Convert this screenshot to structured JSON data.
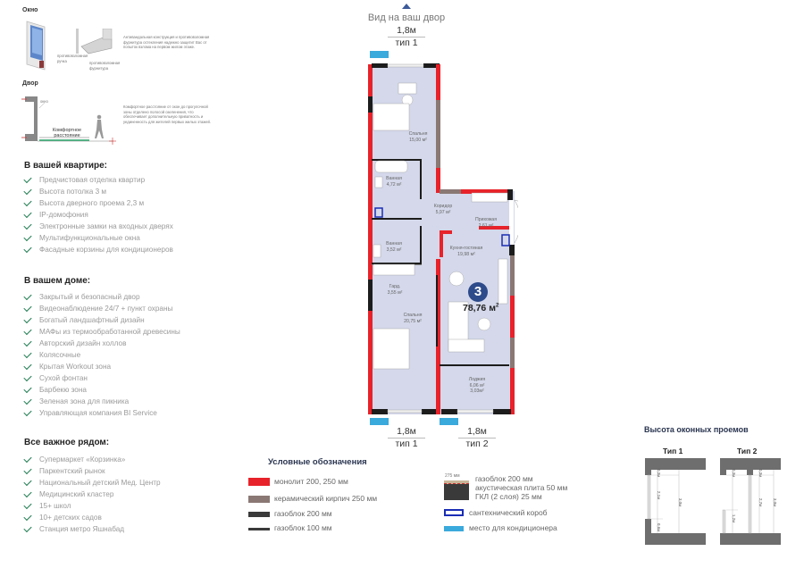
{
  "window_section": {
    "title": "Окно",
    "callouts": [
      "противовзломная ручка",
      "противовзломная фурнитура"
    ],
    "description": "Антивандальная конструкция и противовзломная фурнитура остекления надежно защитит Вас от попыток взлома на первом жилом этаже."
  },
  "yard_section": {
    "title": "Двор",
    "callout": "окно",
    "distance_label": "Комфортное расстояние",
    "description": "Комфортное расстояние от окон до прогулочной зоны отделено полосой озеленения, что обеспечивает дополнительную приватность и уединенность для жителей первых жилых этажей."
  },
  "apartment_features": {
    "title": "В вашей квартире:",
    "items": [
      "Предчистовая отделка квартир",
      "Высота потолка 3 м",
      "Высота дверного проема 2,3 м",
      "IP-домофония",
      "Электронные замки на входных дверях",
      "Мультифункциональные окна",
      "Фасадные корзины для кондиционеров"
    ]
  },
  "building_features": {
    "title": "В вашем доме:",
    "items": [
      "Закрытый и безопасный двор",
      "Видеонаблюдение 24/7 + пункт охраны",
      "Богатый ландшафтный дизайн",
      "МАФы из термообработанной древесины",
      "Авторский дизайн холлов",
      "Колясочные",
      "Крытая Workout зона",
      "Сухой фонтан",
      "Барбекю зона",
      "Зеленая зона для пикника",
      "Управляющая компания BI Service"
    ]
  },
  "nearby": {
    "title": "Все важное рядом:",
    "items": [
      "Супермаркет «Корзинка»",
      "Паркентский рынок",
      "Национальный детский Мед. Центр",
      "Медицинский кластер",
      "15+ школ",
      "10+ детских садов",
      "Станция метро Яшнабад"
    ]
  },
  "plan": {
    "view_label": "Вид на ваш двор",
    "top_window": {
      "size": "1,8м",
      "type": "тип 1"
    },
    "bottom_windows": [
      {
        "size": "1,8м",
        "type": "тип 1"
      },
      {
        "size": "1,8м",
        "type": "тип 2"
      }
    ],
    "rooms": [
      {
        "name": "Спальня",
        "area": "15,00 м²"
      },
      {
        "name": "Ванная",
        "area": "4,72 м²"
      },
      {
        "name": "Коридор",
        "area": "5,97 м²"
      },
      {
        "name": "Прихожая",
        "area": "2,61 м²"
      },
      {
        "name": "Ванная",
        "area": "3,52 м²"
      },
      {
        "name": "Кухня-гостиная",
        "area": "19,98 м²"
      },
      {
        "name": "Гард.",
        "area": "3,55 м²"
      },
      {
        "name": "Спальня",
        "area": "20,75 м²"
      },
      {
        "name": "Лоджия",
        "area": "6,06 м²",
        "area2": "3,03м²"
      }
    ],
    "rooms_count": "3",
    "total_area": "78,76 м",
    "total_area_sup": "2"
  },
  "legend": {
    "title": "Условные обозначения",
    "items": [
      {
        "label": "монолит 200, 250 мм",
        "color": "#e8222a"
      },
      {
        "label": "керамический кирпич 250 мм",
        "color": "#8a7874"
      },
      {
        "label": "газоблок 200 мм",
        "color": "#3a3a3a"
      },
      {
        "label": "газоблок 100 мм",
        "color": "#3a3a3a"
      }
    ],
    "composite": {
      "dimension": "275 мм",
      "lines": [
        "газоблок 200 мм",
        "акустическая плита 50 мм",
        "ГКЛ (2 слоя) 25 мм"
      ]
    },
    "plumbing_box": "сантехнический короб",
    "ac_place": "место для кондиционера"
  },
  "window_heights": {
    "title": "Высота оконных проемов",
    "type1": {
      "label": "Тип 1",
      "dims": [
        "0,3м",
        "2,1м",
        "0,6м",
        "3,0м"
      ]
    },
    "type2": {
      "label": "Тип 2",
      "dims": [
        "0,3м",
        "0,3м",
        "1,2м",
        "2,7м",
        "3,0м"
      ]
    }
  }
}
